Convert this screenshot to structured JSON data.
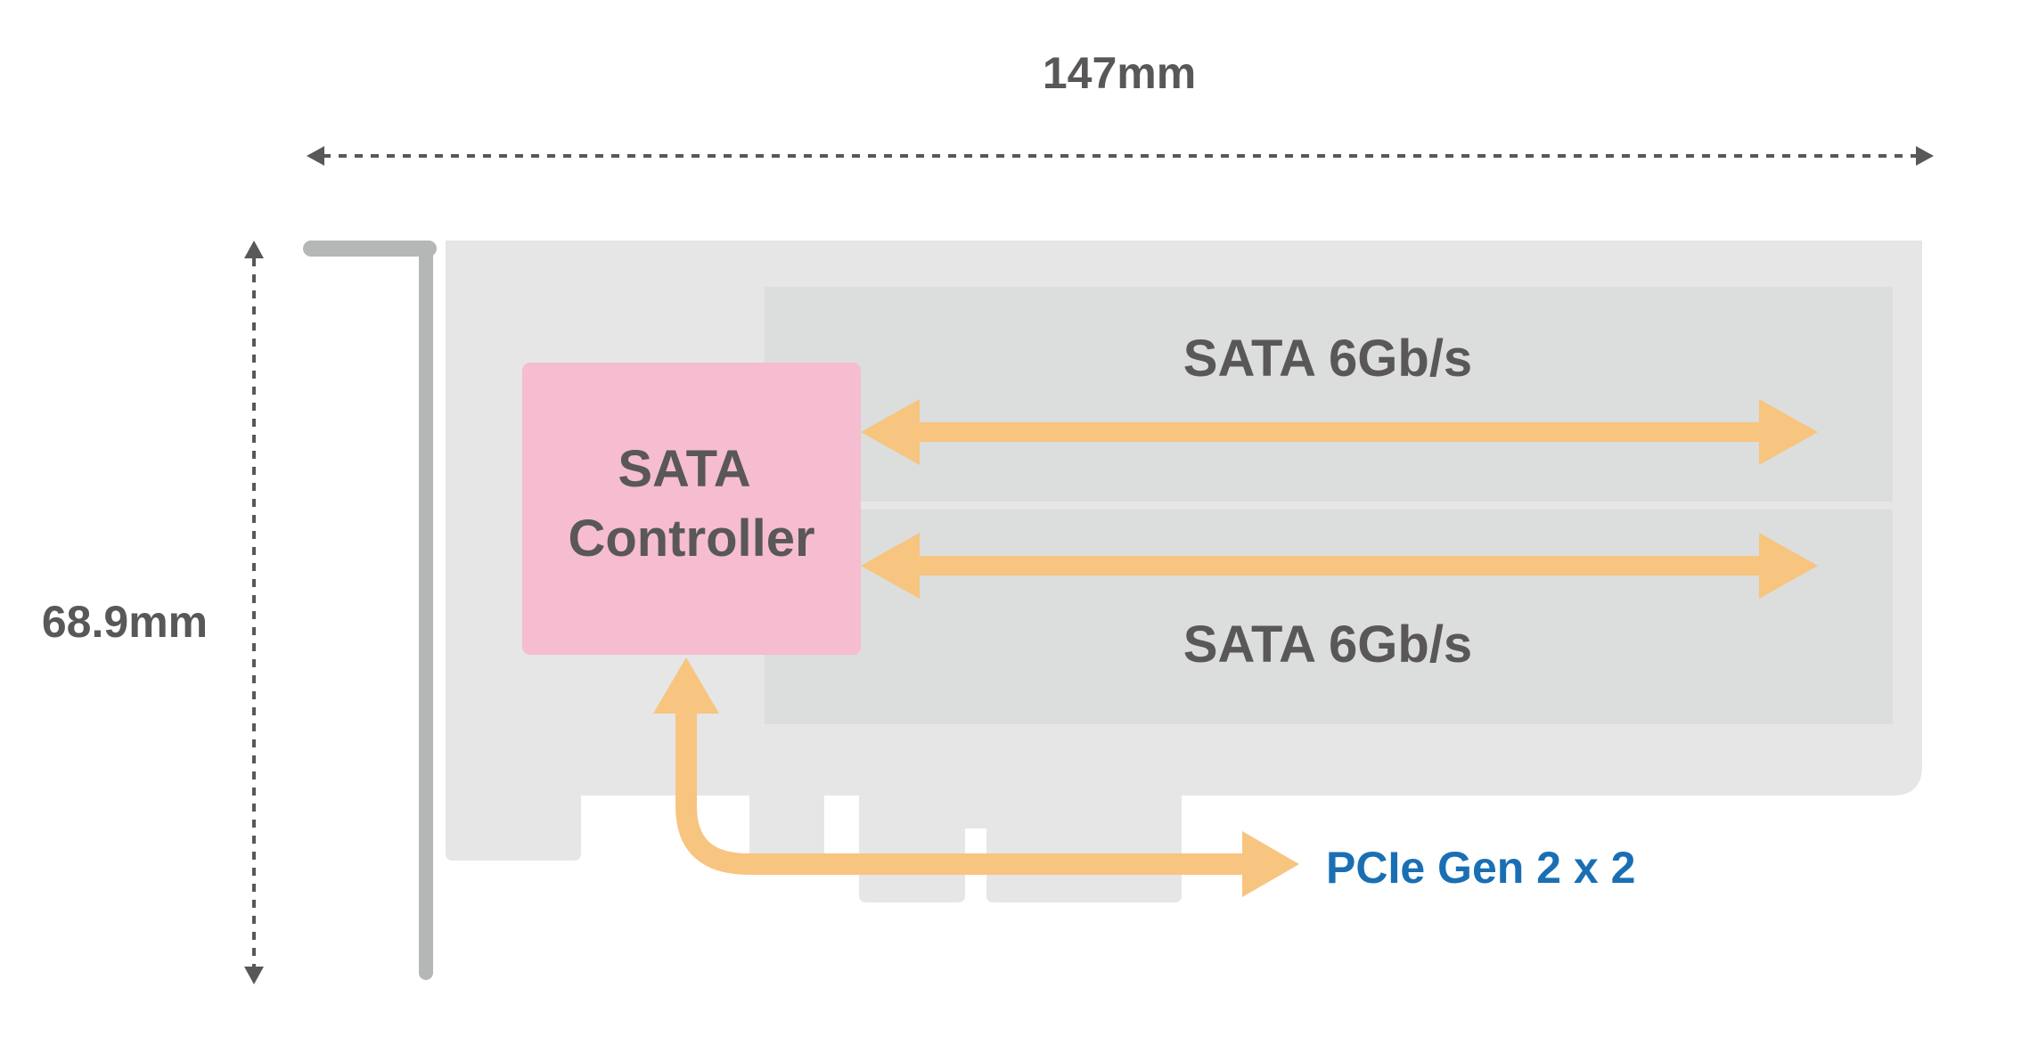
{
  "dimensions": {
    "width_label": "147mm",
    "height_label": "68.9mm"
  },
  "controller": {
    "line1": "SATA",
    "line2": "Controller"
  },
  "ports": [
    {
      "label": "SATA 6Gb/s"
    },
    {
      "label": "SATA 6Gb/s"
    }
  ],
  "interface": {
    "label": "PCIe Gen 2 x 2"
  },
  "colors": {
    "board": "#e6e6e6",
    "port_area": "#dcdddd",
    "bracket": "#b5b6b6",
    "controller": "#f5bdcf",
    "arrow": "#f7c57f",
    "text": "#595757",
    "interface_text": "#1a6fb4",
    "dimension_line": "#595757"
  }
}
